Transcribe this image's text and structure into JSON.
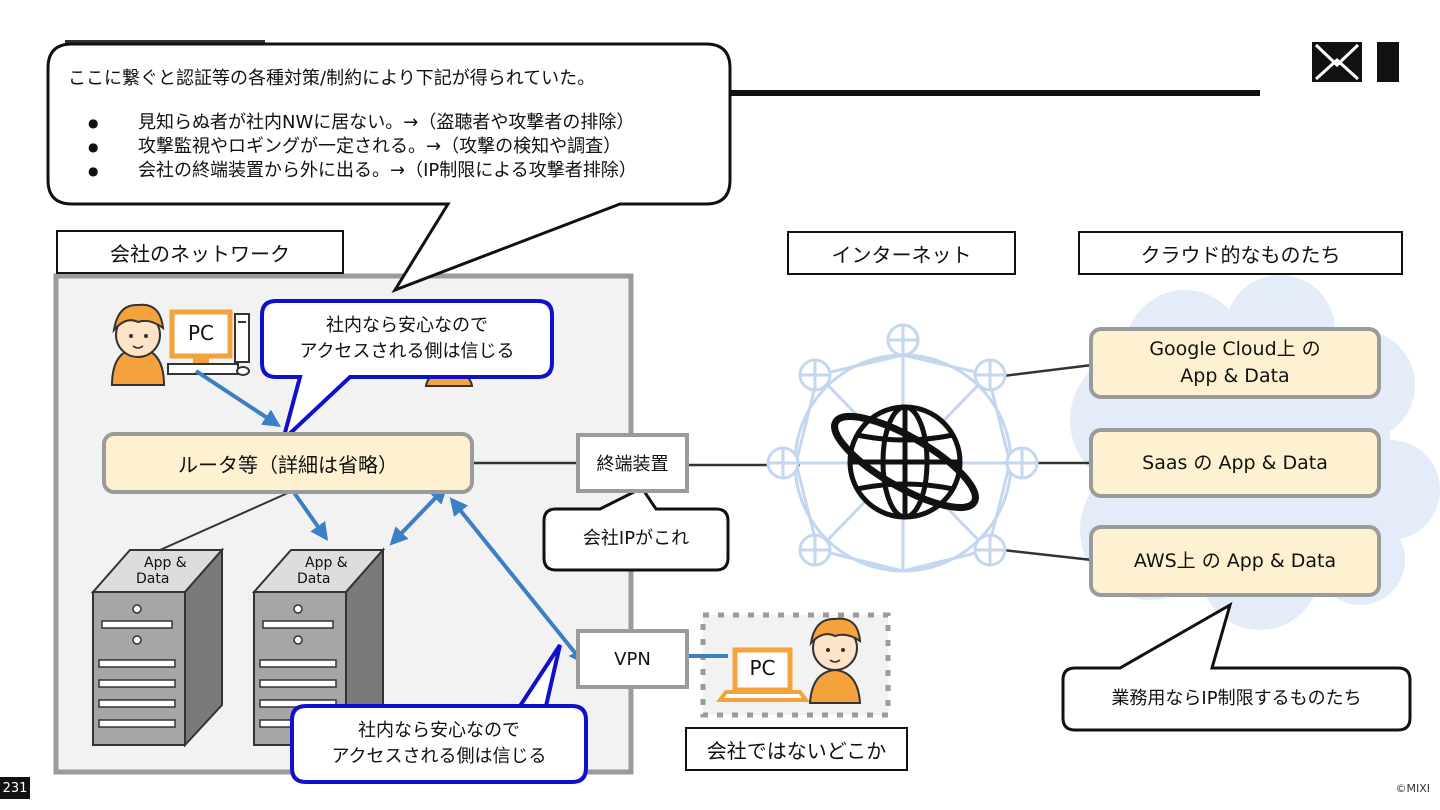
{
  "top_callout": {
    "intro": "ここに繋ぐと認証等の各種対策/制約により下記が得られていた。",
    "bullets": [
      "見知らぬ者が社内NWに居ない。→（盗聴者や攻撃者の排除）",
      "攻撃監視やロギングが一定される。→（攻撃の検知や調査）",
      "会社の終端装置から外に出る。→（IP制限による攻撃者排除）"
    ],
    "bullet_char": "●"
  },
  "labels": {
    "company_network": "会社のネットワーク",
    "internet": "インターネット",
    "cloud": "クラウド的なものたち",
    "not_company": "会社ではないどこか"
  },
  "router": "ルータ等（詳細は省略）",
  "terminal": "終端装置",
  "vpn": "VPN",
  "company_ip_callout": "会社IPがこれ",
  "trust_callout_top": [
    "社内なら安心なので",
    "アクセスされる側は信じる"
  ],
  "trust_callout_bottom": [
    "社内なら安心なので",
    "アクセスされる側は信じる"
  ],
  "servers": [
    {
      "label_1": "App &",
      "label_2": "Data"
    },
    {
      "label_1": "App &",
      "label_2": "Data"
    }
  ],
  "pc_label": "PC",
  "cloud_apps": [
    {
      "line1": "Google Cloud上 の",
      "line2": "App & Data"
    },
    {
      "line1": "Saas の App & Data",
      "line2": ""
    },
    {
      "line1": "AWS上 の App & Data",
      "line2": ""
    }
  ],
  "ip_restrict_callout": "業務用ならIP制限するものたち",
  "logo_text": "MI",
  "page_number": "231",
  "copyright": "©MIXI",
  "colors": {
    "arrow_blue": "#3b7fc4",
    "bubble_border_blue": "#1010cc",
    "box_fill": "#fdf1d2",
    "box_border": "#9b9b9b",
    "cloud_fill": "#e3ecf8",
    "globe_light": "#c5d6ef"
  }
}
